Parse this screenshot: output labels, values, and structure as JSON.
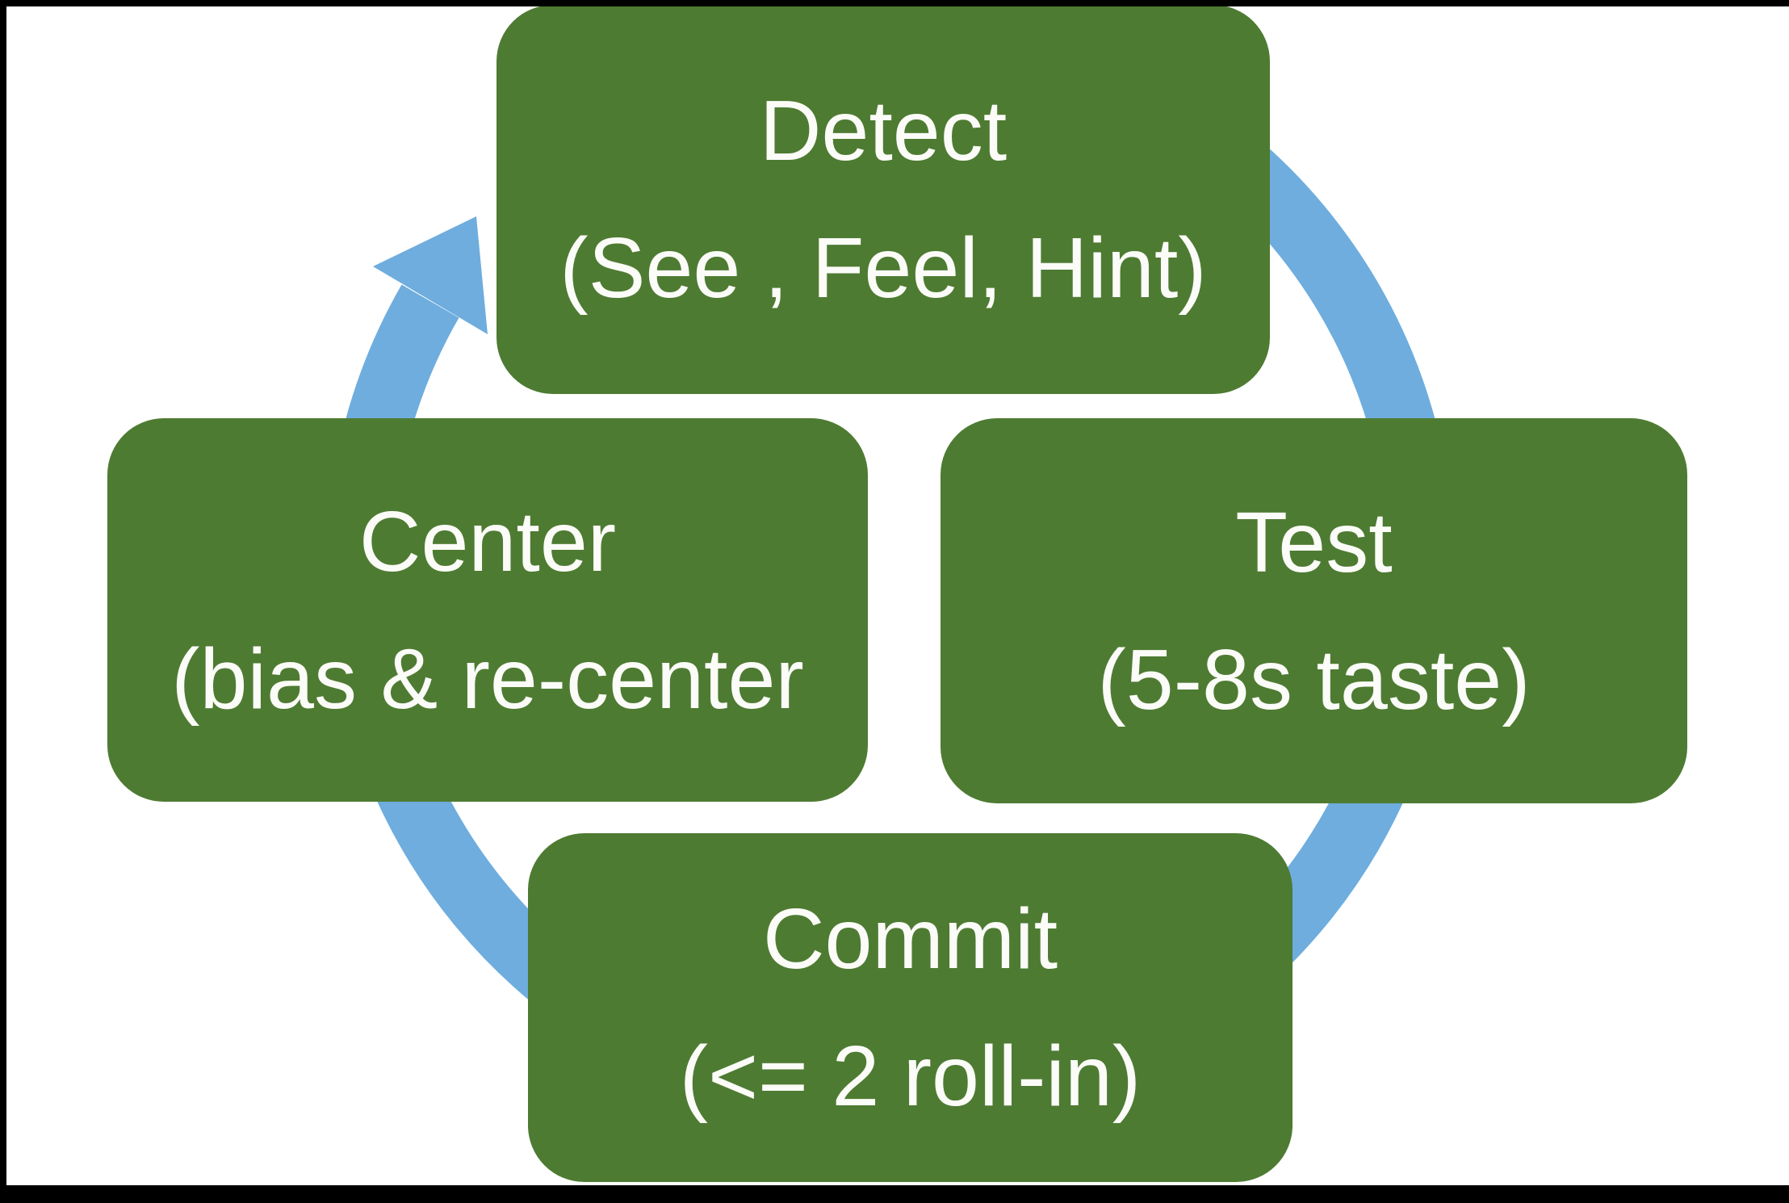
{
  "diagram": {
    "type": "cycle",
    "direction": "clockwise",
    "nodes": [
      {
        "id": "detect",
        "title": "Detect",
        "subtitle": "(See , Feel, Hint)"
      },
      {
        "id": "test",
        "title": "Test",
        "subtitle": "(5-8s taste)"
      },
      {
        "id": "commit",
        "title": "Commit",
        "subtitle": "(<= 2 roll-in)"
      },
      {
        "id": "center",
        "title": "Center",
        "subtitle": "(bias & re-center"
      }
    ],
    "colors": {
      "node_fill": "#4e7b32",
      "node_text": "#fbfbf8",
      "arrow": "#6eadde",
      "background": "#ffffff",
      "frame_bars": "#000000"
    }
  }
}
